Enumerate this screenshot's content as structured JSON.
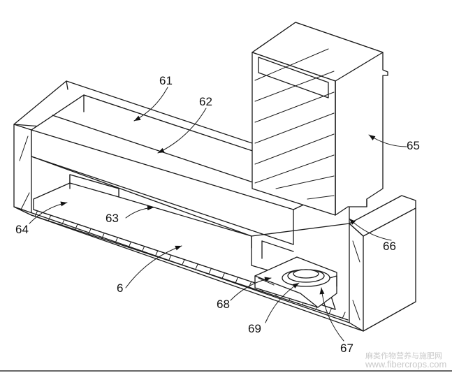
{
  "labels": {
    "l61": "61",
    "l62": "62",
    "l63": "63",
    "l64": "64",
    "l65": "65",
    "l66": "66",
    "l6": "6",
    "l67": "67",
    "l68": "68",
    "l69": "69"
  },
  "watermark": {
    "line1": "麻类作物营养与施肥网",
    "line2": "www.fibercrops.com"
  }
}
